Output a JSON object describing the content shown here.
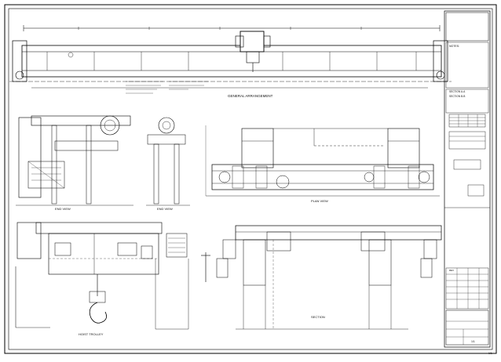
{
  "drawing": {
    "title_block": {
      "block_lines": [
        "SECTION A-A",
        "SECTION B-B"
      ],
      "notes_heading": "NOTES:",
      "revision_label": "REV",
      "sheet_number": "1/1"
    },
    "views": {
      "elevation": "GENERAL ARRANGEMENT",
      "side_left": "END VIEW",
      "side_mid": "END VIEW",
      "plan_top": "PLAN VIEW",
      "trolley": "HOIST TROLLEY",
      "end_section": "SECTION"
    },
    "page_number": "1/1"
  }
}
